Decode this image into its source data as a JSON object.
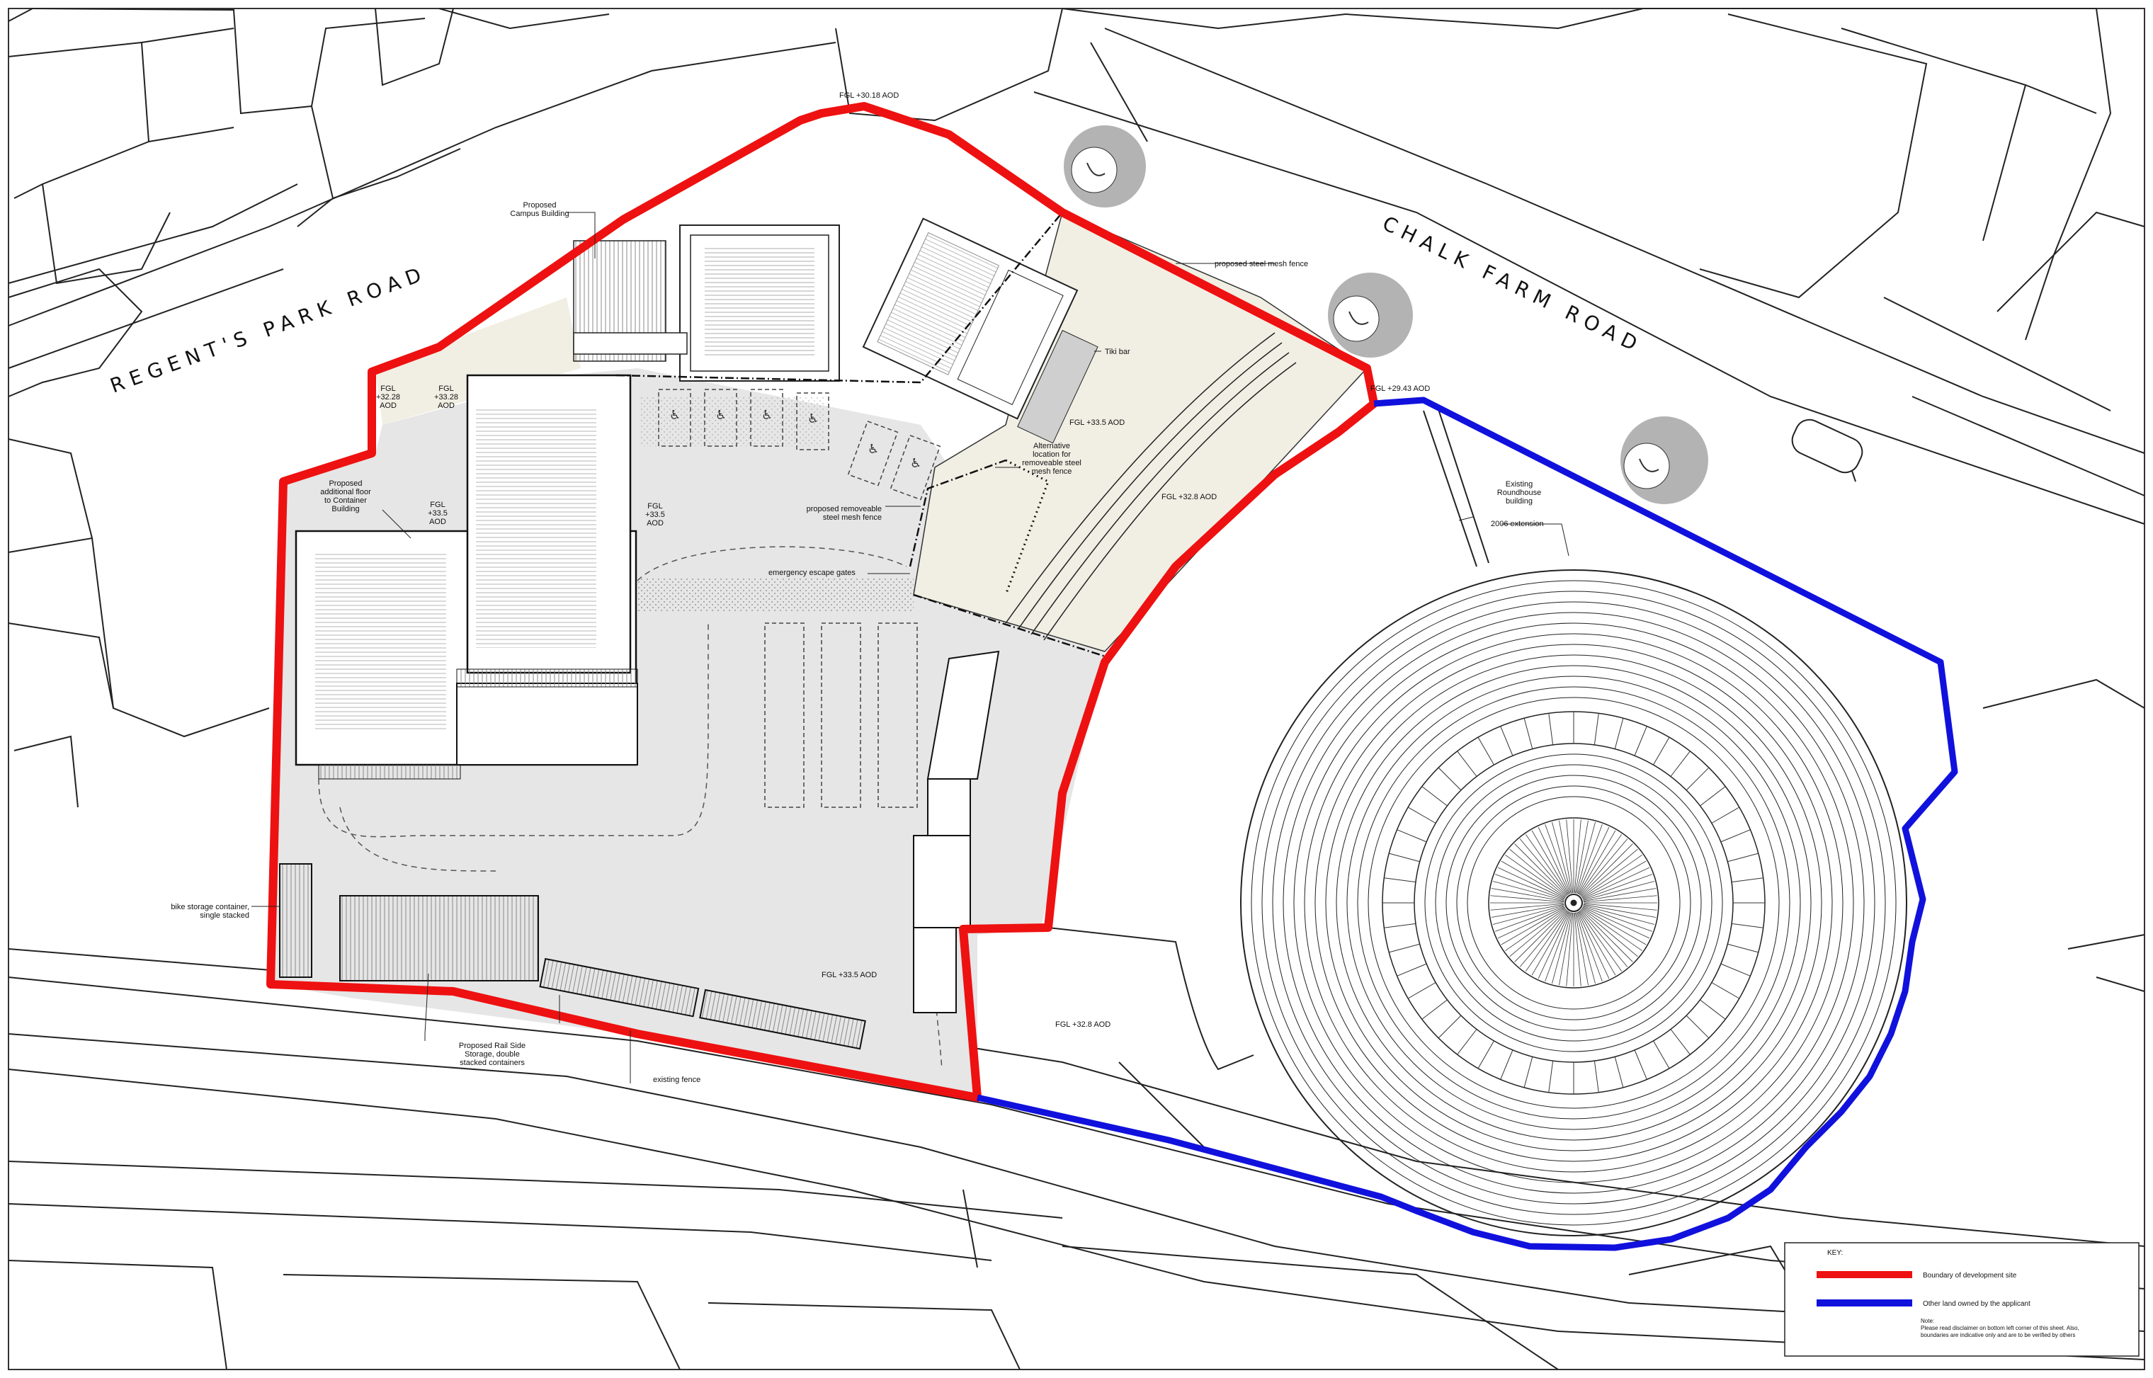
{
  "roads": {
    "regents_park": "REGENT'S PARK ROAD",
    "chalk_farm": "CHALK FARM ROAD"
  },
  "levels": {
    "fgl_3018": "FGL +30.18 AOD",
    "fgl_2943": "FGL +29.43 AOD",
    "fgl_335_a": "FGL +33.5 AOD",
    "fgl_328_a": "FGL +32.8 AOD",
    "fgl_335_b": "FGL +33.5 AOD",
    "fgl_328_b": "FGL +32.8 AOD"
  },
  "small_levels": [
    {
      "line1": "FGL",
      "line2": "+32.28",
      "line3": "AOD"
    },
    {
      "line1": "FGL",
      "line2": "+33.28",
      "line3": "AOD"
    },
    {
      "line1": "FGL",
      "line2": "+33.5",
      "line3": "AOD"
    },
    {
      "line1": "FGL",
      "line2": "+33.5",
      "line3": "AOD"
    }
  ],
  "annotations": {
    "campus": [
      "Proposed",
      "Campus Building"
    ],
    "additional_floor": [
      "Proposed",
      "additional floor",
      "to Container",
      "Building"
    ],
    "steel_mesh_fence": "proposed steel mesh fence",
    "tiki_bar": "Tiki bar",
    "alt_location": [
      "Alternative",
      "location for",
      "removeable steel",
      "mesh fence"
    ],
    "removable_fence": [
      "proposed removeable",
      "steel mesh fence"
    ],
    "escape_gates": "emergency escape gates",
    "roundhouse": [
      "Existing",
      "Roundhouse",
      "building"
    ],
    "extension_2006": "2006 extension",
    "bike_storage": [
      "bike storage container,",
      "single stacked"
    ],
    "rail_storage": [
      "Proposed Rail Side",
      "Storage, double",
      "stacked containers"
    ],
    "existing_fence": "existing fence"
  },
  "key": {
    "title": "KEY:",
    "red_label": "Boundary of development site",
    "blue_label": "Other land owned by the applicant",
    "note_title": "Note:",
    "note_l1": "Please read disclaimer on bottom left corner of this sheet. Also,",
    "note_l2": "boundaries are indicative only and are to be verified by others",
    "red_color": "#ee1111",
    "blue_color": "#1111dd"
  }
}
